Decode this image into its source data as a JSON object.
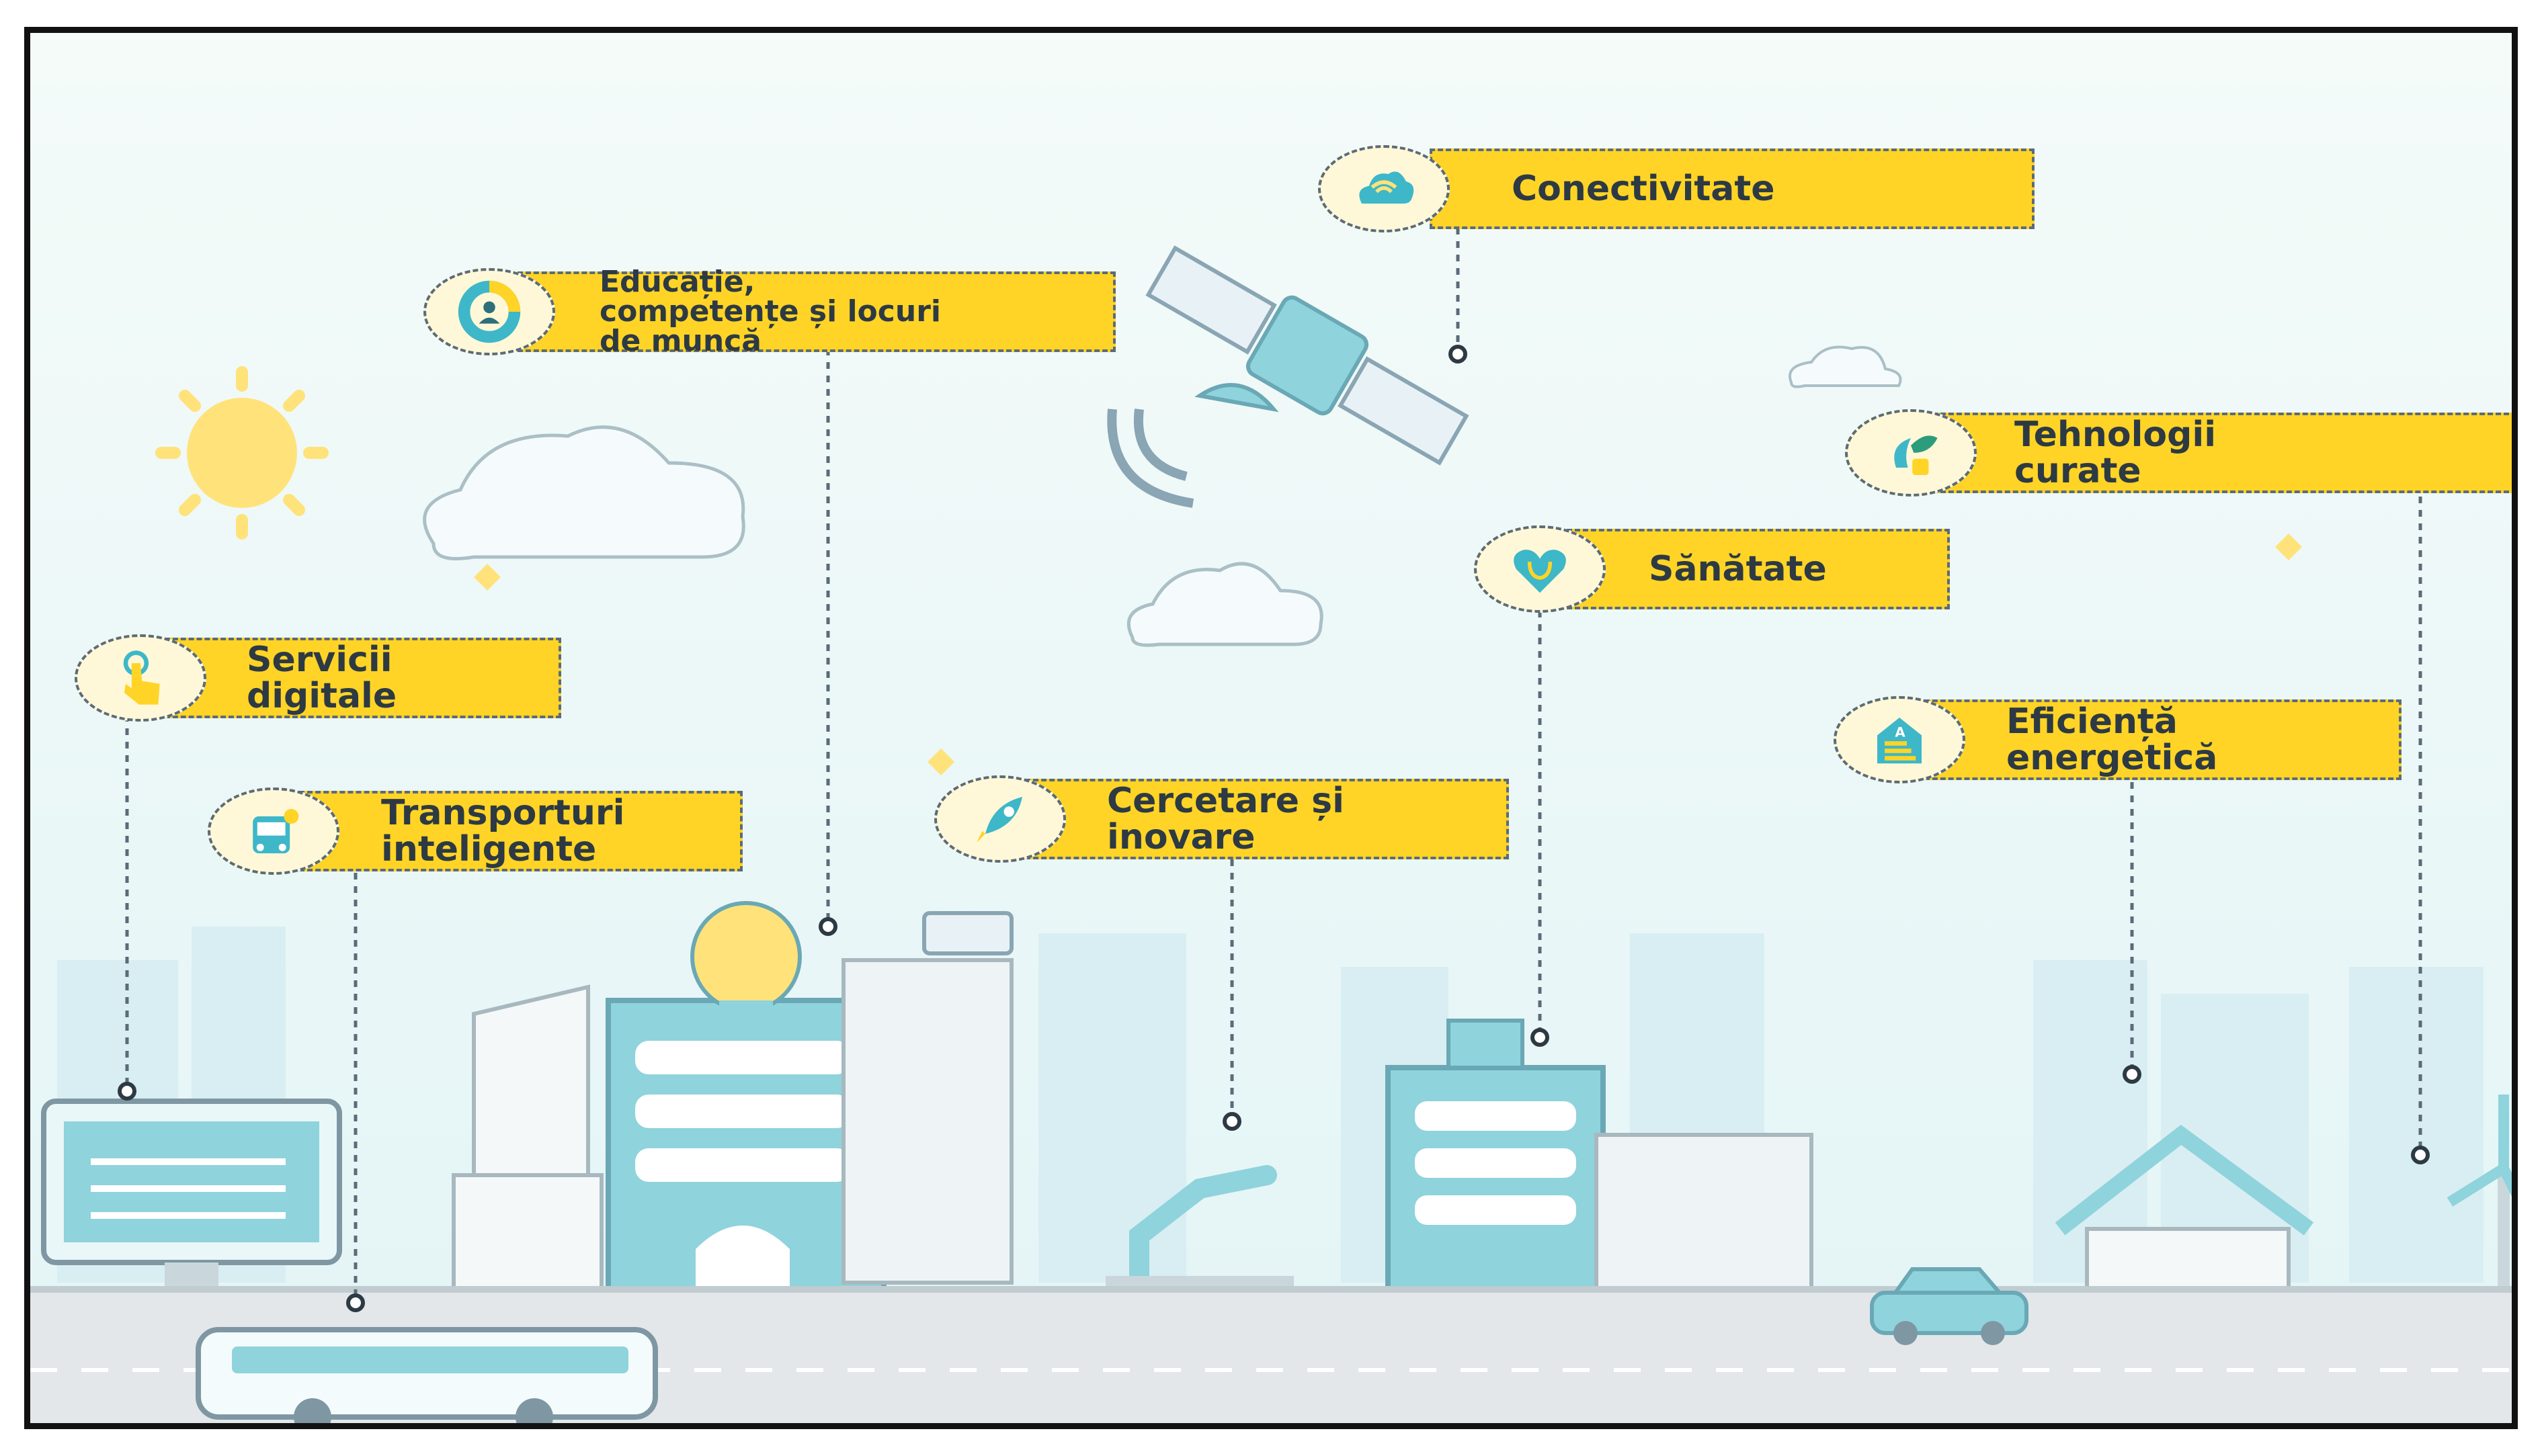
{
  "colors": {
    "label_fill": "#ffd426",
    "teal": "#8fd3dc",
    "line": "#5b6b78",
    "sky": "#eefaf8"
  },
  "labels": {
    "conectivitate": {
      "text": "Conectivitate",
      "icon": "cloud-wifi-icon"
    },
    "educatie": {
      "text": "Educație,\ncompetențe și locuri\nde muncă",
      "icon": "donut-person-icon"
    },
    "tehnologii": {
      "text": "Tehnologii\ncurate",
      "icon": "leaf-plug-icon"
    },
    "sanatate": {
      "text": "Sănătate",
      "icon": "heart-stethoscope-icon"
    },
    "servicii": {
      "text": "Servicii\ndigitale",
      "icon": "touch-hand-icon"
    },
    "transport": {
      "text": "Transporturi\ninteligente",
      "icon": "bus-icon"
    },
    "cercetare": {
      "text": "Cercetare și\ninovare",
      "icon": "rocket-icon"
    },
    "eficienta": {
      "text": "Eficiență\nenergetică",
      "icon": "energy-label-icon"
    }
  }
}
